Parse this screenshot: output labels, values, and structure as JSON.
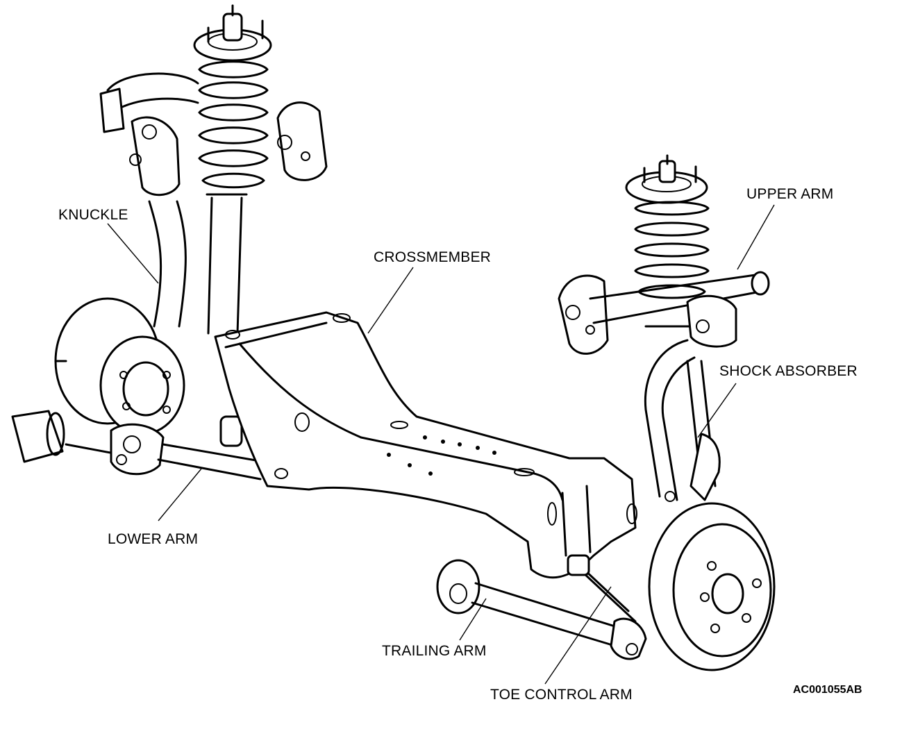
{
  "labels": {
    "knuckle": "KNUCKLE",
    "crossmember": "CROSSMEMBER",
    "upper_arm": "UPPER ARM",
    "shock_absorber": "SHOCK ABSORBER",
    "lower_arm": "LOWER ARM",
    "trailing_arm": "TRAILING ARM",
    "toe_control_arm": "TOE CONTROL ARM"
  },
  "figure_id": "AC001055AB",
  "colors": {
    "ink": "#000000",
    "paper": "#ffffff"
  }
}
